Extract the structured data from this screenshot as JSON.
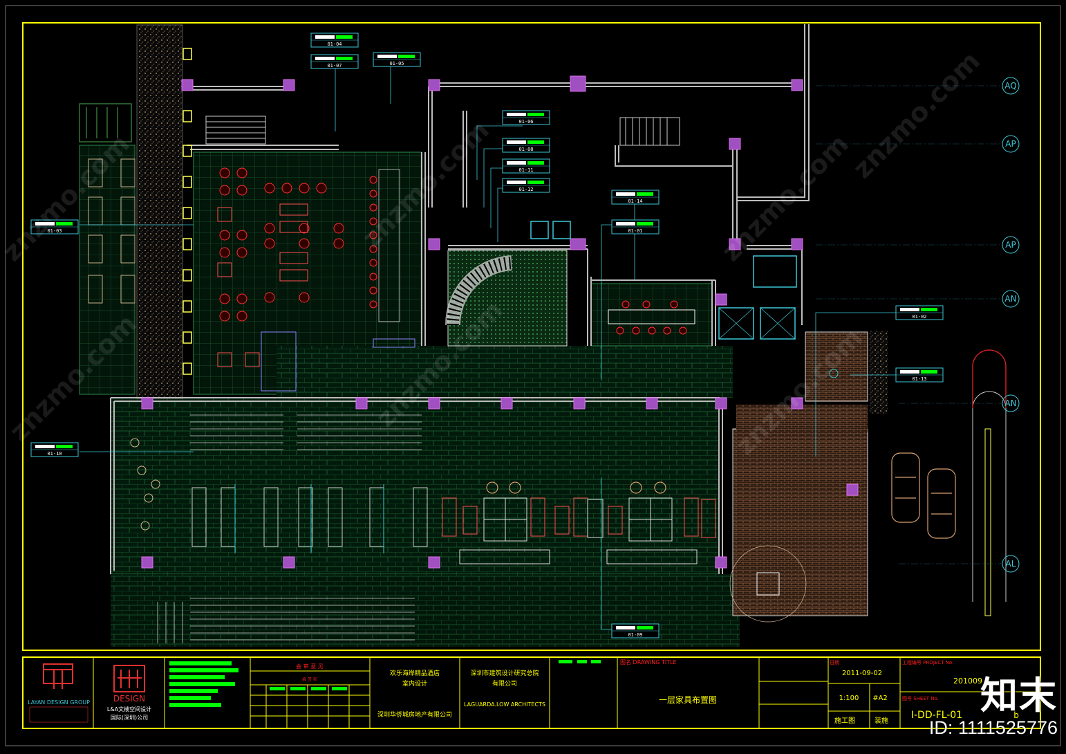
{
  "callouts": [
    {
      "id": "01-04"
    },
    {
      "id": "01-07"
    },
    {
      "id": "01-05"
    },
    {
      "id": "01-06"
    },
    {
      "id": "01-08"
    },
    {
      "id": "01-11"
    },
    {
      "id": "01-12"
    },
    {
      "id": "01-14"
    },
    {
      "id": "01-01"
    },
    {
      "id": "01-03"
    },
    {
      "id": "01-10"
    },
    {
      "id": "01-02"
    },
    {
      "id": "01-13"
    },
    {
      "id": "01-09"
    }
  ],
  "grid_axes": [
    "AQ",
    "AP",
    "AP",
    "AN",
    "AN",
    "AL"
  ],
  "title_block": {
    "company_left": "LAYAN DESIGN GROUP",
    "design_mark": "DESIGN",
    "design_sub": "L&A文楼空间设计",
    "design_sub2": "国际(深圳)公司",
    "review_header": "会  审  意  见",
    "review_sub": "会 签 栏",
    "project_name_1": "欢乐海岸精品酒店",
    "project_name_2": "室内设计",
    "client": "深圳华侨城房地产有限公司",
    "architect_cn_1": "深圳市建筑设计研究总院",
    "architect_cn_2": "有限公司",
    "architect_en": "LAGUARDA.LOW ARCHITECTS",
    "drawing_title_label": "图名 DRAWING TITLE",
    "drawing_title": "一层家具布置图",
    "date_label": "日期",
    "date": "2011-09-02",
    "scale": "1:100",
    "sheet_size": "#A2",
    "stage": "施工图",
    "discipline": "装施",
    "project_no_label": "工程编号 PROJECT No.",
    "project_no": "201009",
    "sheet_no_label": "图号 SHEET No.",
    "sheet_no": "I-DD-FL-01",
    "revision": "b"
  },
  "watermark": {
    "site": "znzmo.com",
    "brand": "知末",
    "id": "ID: 1111525776"
  }
}
